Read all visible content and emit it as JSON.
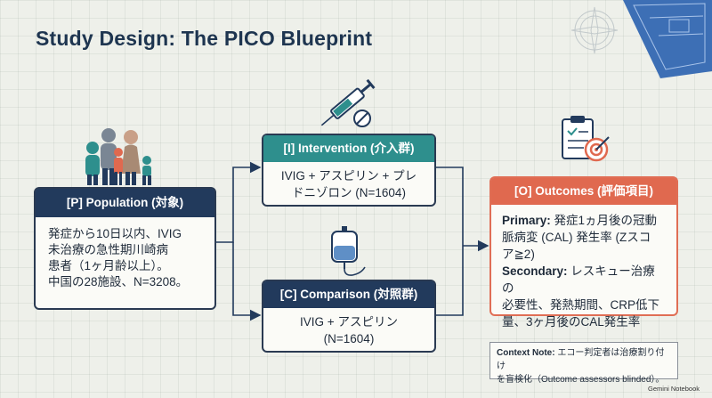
{
  "title": "Study Design: The PICO Blueprint",
  "population": {
    "heading": "[P] Population (対象)",
    "lines": [
      "発症から10日以内、IVIG",
      "未治療の急性期川崎病",
      "患者（1ヶ月齢以上）。",
      "中国の28施設、N=3208。"
    ]
  },
  "intervention": {
    "heading": "[I] Intervention (介入群)",
    "lines": [
      "IVIG + アスピリン + プレ",
      "ドニゾロン (N=1604)"
    ]
  },
  "comparison": {
    "heading": "[C] Comparison (対照群)",
    "lines": [
      "IVIG + アスピリン",
      "(N=1604)"
    ]
  },
  "outcomes": {
    "heading": "[O] Outcomes (評価項目)",
    "primary_label": "Primary:",
    "primary_lines": [
      " 発症1ヵ月後の冠動",
      "脈病変 (CAL) 発生率 (Zスコ",
      "ア≧2)"
    ],
    "secondary_label": "Secondary:",
    "secondary_lines": [
      " レスキュー治療の",
      "必要性、発熱期間、CRP低下",
      "量、3ヶ月後のCAL発生率"
    ]
  },
  "note": {
    "label": "Context Note:",
    "line1": " エコー判定者は治療割り付け",
    "line2": "を盲検化（Outcome assessors blinded）。"
  },
  "footer": "Gemini Notebook",
  "colors": {
    "navy": "#223a5c",
    "teal": "#2e8f8d",
    "coral": "#e0694f"
  },
  "icons": [
    "family-icon",
    "syringe-icon",
    "iv-bag-icon",
    "clipboard-target-icon",
    "compass-icon",
    "blueprint-roll-icon"
  ]
}
